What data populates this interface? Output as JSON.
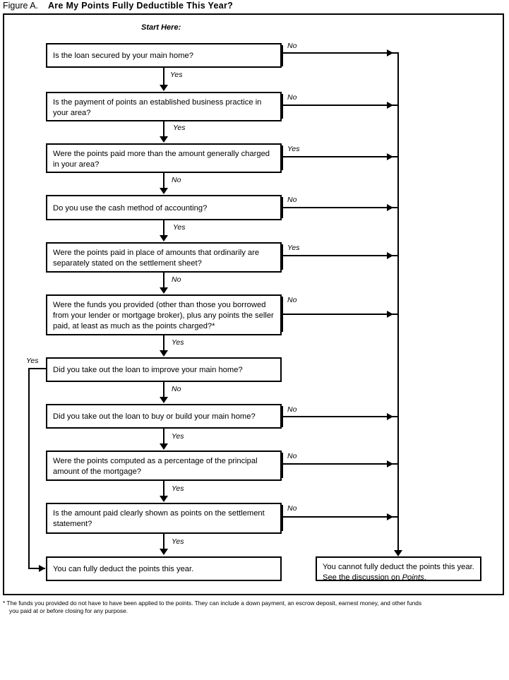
{
  "figure": {
    "label": "Figure A.",
    "title": "Are My Points Fully Deductible This Year?",
    "start_label": "Start Here:"
  },
  "labels": {
    "yes": "Yes",
    "no": "No"
  },
  "nodes": [
    {
      "id": "q1",
      "text": "Is the loan secured by your main home?"
    },
    {
      "id": "q2",
      "text": "Is the payment of points an established business practice in your area?"
    },
    {
      "id": "q3",
      "text": "Were the points paid more than the amount generally charged in your area?"
    },
    {
      "id": "q4",
      "text": "Do you use the cash method of accounting?"
    },
    {
      "id": "q5",
      "text": "Were the points paid in place of amounts that ordinarily are separately stated on the settlement sheet?"
    },
    {
      "id": "q6",
      "text": "Were the funds you provided (other than those you borrowed from your lender or mortgage broker), plus any points the seller paid, at least as much as the points charged?*"
    },
    {
      "id": "q7",
      "text": "Did you take out the loan to improve your main home?"
    },
    {
      "id": "q8",
      "text": "Did you take out the loan to buy or build your main home?"
    },
    {
      "id": "q9",
      "text": "Were the points computed as a percentage of the principal amount of the mortgage?"
    },
    {
      "id": "q10",
      "text": "Is the amount paid clearly shown as points on the settlement statement?"
    }
  ],
  "outcomes": {
    "deductible": "You can fully deduct the points this year.",
    "not_deductible_part1": "You cannot fully deduct the points this year. See the discussion on ",
    "not_deductible_italic": "Points",
    "not_deductible_part2": "."
  },
  "branches": {
    "q1_down": "Yes",
    "q1_right": "No",
    "q2_down": "Yes",
    "q2_right": "No",
    "q3_down": "No",
    "q3_right": "Yes",
    "q4_down": "Yes",
    "q4_right": "No",
    "q5_down": "No",
    "q5_right": "Yes",
    "q6_down": "Yes",
    "q6_right": "No",
    "q7_down": "No",
    "q7_left": "Yes",
    "q8_down": "Yes",
    "q8_right": "No",
    "q9_down": "Yes",
    "q9_right": "No",
    "q10_down": "Yes",
    "q10_right": "No"
  },
  "footnote": {
    "line1": "* The funds you provided do not have to have been applied to the points. They can include a down payment, an escrow deposit, earnest money, and other funds",
    "line2": "you paid at or before closing for any purpose."
  },
  "colors": {
    "ink": "#000000",
    "paper": "#ffffff"
  }
}
